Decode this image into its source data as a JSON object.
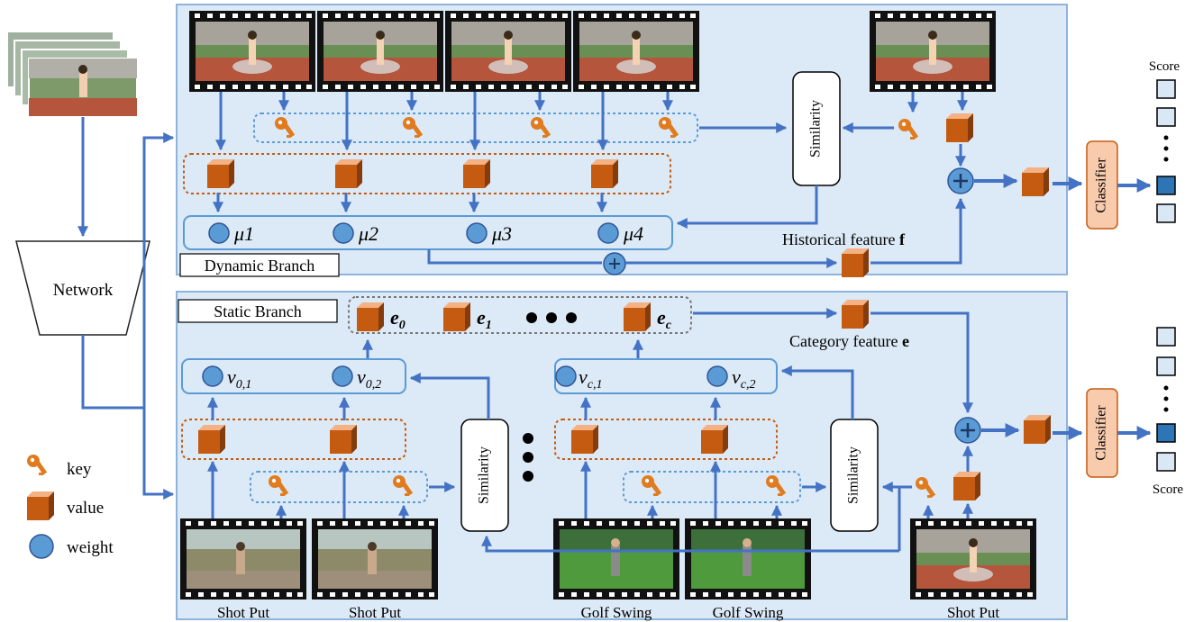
{
  "dynamic_branch": {
    "label": "Dynamic Branch",
    "similarity_label": "Similarity",
    "weights": [
      "μ1",
      "μ2",
      "μ3",
      "μ4"
    ],
    "historical_feature_label": "Historical feature",
    "historical_feature_symbol": "f",
    "classifier_label": "Classifier",
    "score_label": "Score"
  },
  "static_branch": {
    "label": "Static Branch",
    "similarity_label": "Similarity",
    "category_features": {
      "e0": {
        "base": "e",
        "sub": "0"
      },
      "e1": {
        "base": "e",
        "sub": "1"
      },
      "ec": {
        "base": "e",
        "sub": "c"
      }
    },
    "weights_left": [
      {
        "base": "ν",
        "sub": "0,1"
      },
      {
        "base": "ν",
        "sub": "0,2"
      }
    ],
    "weights_right": [
      {
        "base": "ν",
        "sub": "c,1"
      },
      {
        "base": "ν",
        "sub": "c,2"
      }
    ],
    "category_feature_label": "Category feature",
    "category_feature_symbol": "e",
    "classifier_label": "Classifier",
    "score_label": "Score",
    "videos": [
      "Shot Put",
      "Shot Put",
      "Golf Swing",
      "Golf Swing",
      "Shot Put"
    ]
  },
  "network_label": "Network",
  "legend": {
    "key": "key",
    "value": "value",
    "weight": "weight"
  },
  "colors": {
    "panel_fill": "#dce9f6",
    "panel_border": "#8fb4dc",
    "arrow": "#4472c4",
    "cube_front": "#c55a11",
    "cube_top": "#f4b183",
    "cube_side": "#843c0c",
    "key": "#e07b1f",
    "weight_fill": "#5b9bd5",
    "weight_border": "#2f5597",
    "classifier_fill": "#f8cbad",
    "classifier_border": "#c55a11",
    "score_light": "#dae8f5",
    "score_dark": "#2e75b6"
  }
}
